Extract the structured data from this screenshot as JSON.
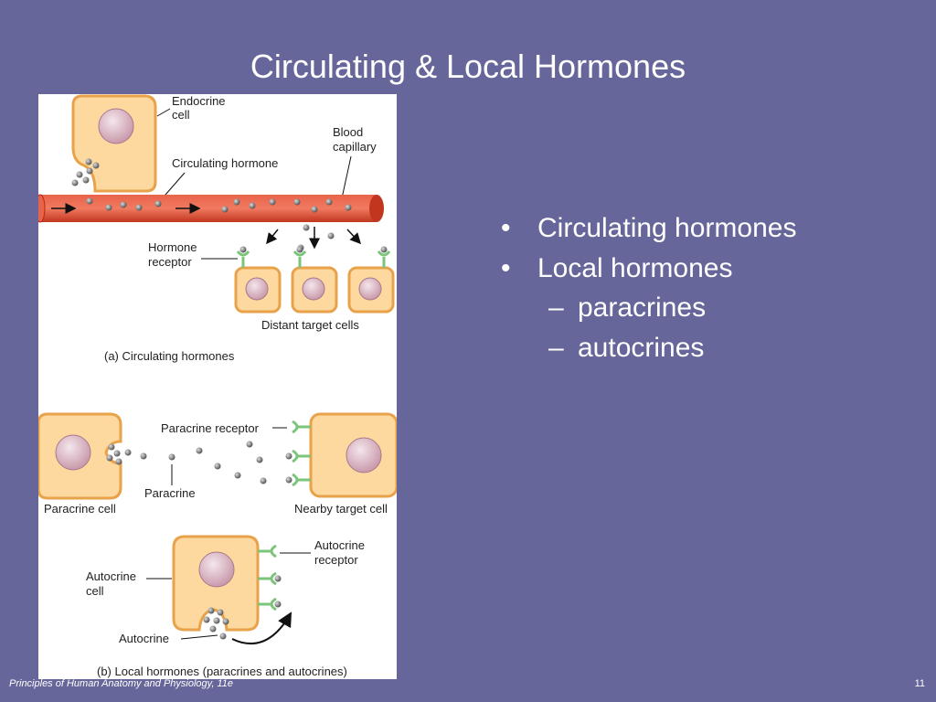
{
  "slide": {
    "title": "Circulating & Local Hormones",
    "bullets": [
      {
        "text": "Circulating hormones",
        "level": 1
      },
      {
        "text": "Local hormones",
        "level": 1
      },
      {
        "text": "paracrines",
        "level": 2
      },
      {
        "text": "autocrines",
        "level": 2
      }
    ],
    "bullet_symbol": "•",
    "dash_symbol": "–",
    "footer": "Principles of Human Anatomy and Physiology, 11e",
    "page_number": "11"
  },
  "figure": {
    "labels": {
      "endocrine_cell": [
        "Endocrine",
        "cell"
      ],
      "blood_capillary": [
        "Blood",
        "capillary"
      ],
      "circulating_hormone": "Circulating hormone",
      "hormone_receptor": [
        "Hormone",
        "receptor"
      ],
      "distant_target_cells": "Distant target cells",
      "caption_a": "(a) Circulating hormones",
      "paracrine_receptor": "Paracrine receptor",
      "paracrine_cell": "Paracrine cell",
      "paracrine": "Paracrine",
      "nearby_target_cell": "Nearby target cell",
      "autocrine_receptor": [
        "Autocrine",
        "receptor"
      ],
      "autocrine_cell": [
        "Autocrine",
        "cell"
      ],
      "autocrine": "Autocrine",
      "caption_b": "(b) Local hormones (paracrines and autocrines)"
    },
    "colors": {
      "cell_fill": "#fdd9a0",
      "cell_stroke": "#e8a24a",
      "nucleus_fill": "#d9b8c4",
      "capillary": "#d9432e",
      "receptor": "#7cc47a",
      "hormone": "#777777"
    }
  }
}
